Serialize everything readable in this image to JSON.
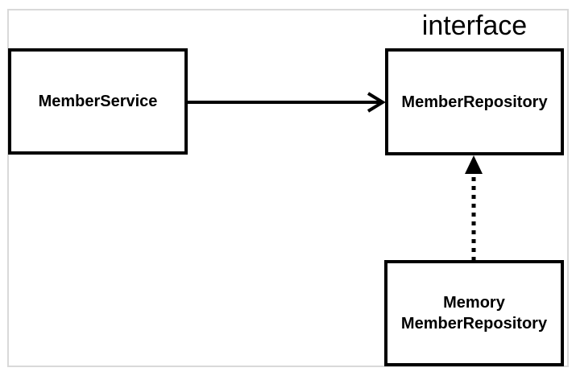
{
  "diagram": {
    "interface_label": "interface",
    "boxes": {
      "member_service": {
        "label": "MemberService"
      },
      "member_repository": {
        "label": "MemberRepository",
        "stereotype": "interface"
      },
      "memory_member_repository": {
        "lines": [
          "Memory",
          "MemberRepository"
        ]
      }
    },
    "edges": [
      {
        "from": "MemberService",
        "to": "MemberRepository",
        "style": "solid",
        "arrowhead": "open",
        "direction": "right"
      },
      {
        "from": "Memory MemberRepository",
        "to": "MemberRepository",
        "style": "dotted",
        "arrowhead": "filled-triangle",
        "direction": "up"
      }
    ],
    "colors": {
      "line": "#000000",
      "frame": "#d9d9d9",
      "background": "#ffffff",
      "text": "#000000"
    }
  }
}
